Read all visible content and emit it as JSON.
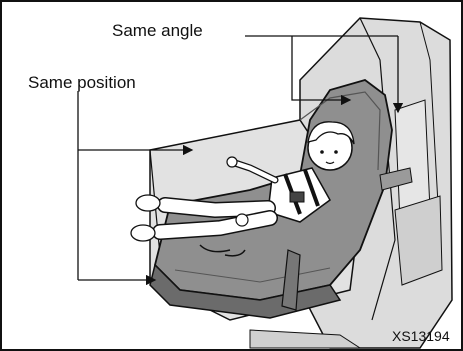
{
  "labels": {
    "same_angle": "Same angle",
    "same_position": "Same position"
  },
  "figure_code": "XS13194",
  "colors": {
    "outline": "#111111",
    "seat_fill": "#8f8f8f",
    "seat_shadow": "#6b6b6b",
    "vehicle_seat": "#d6d6d6",
    "skin": "#ffffff"
  }
}
